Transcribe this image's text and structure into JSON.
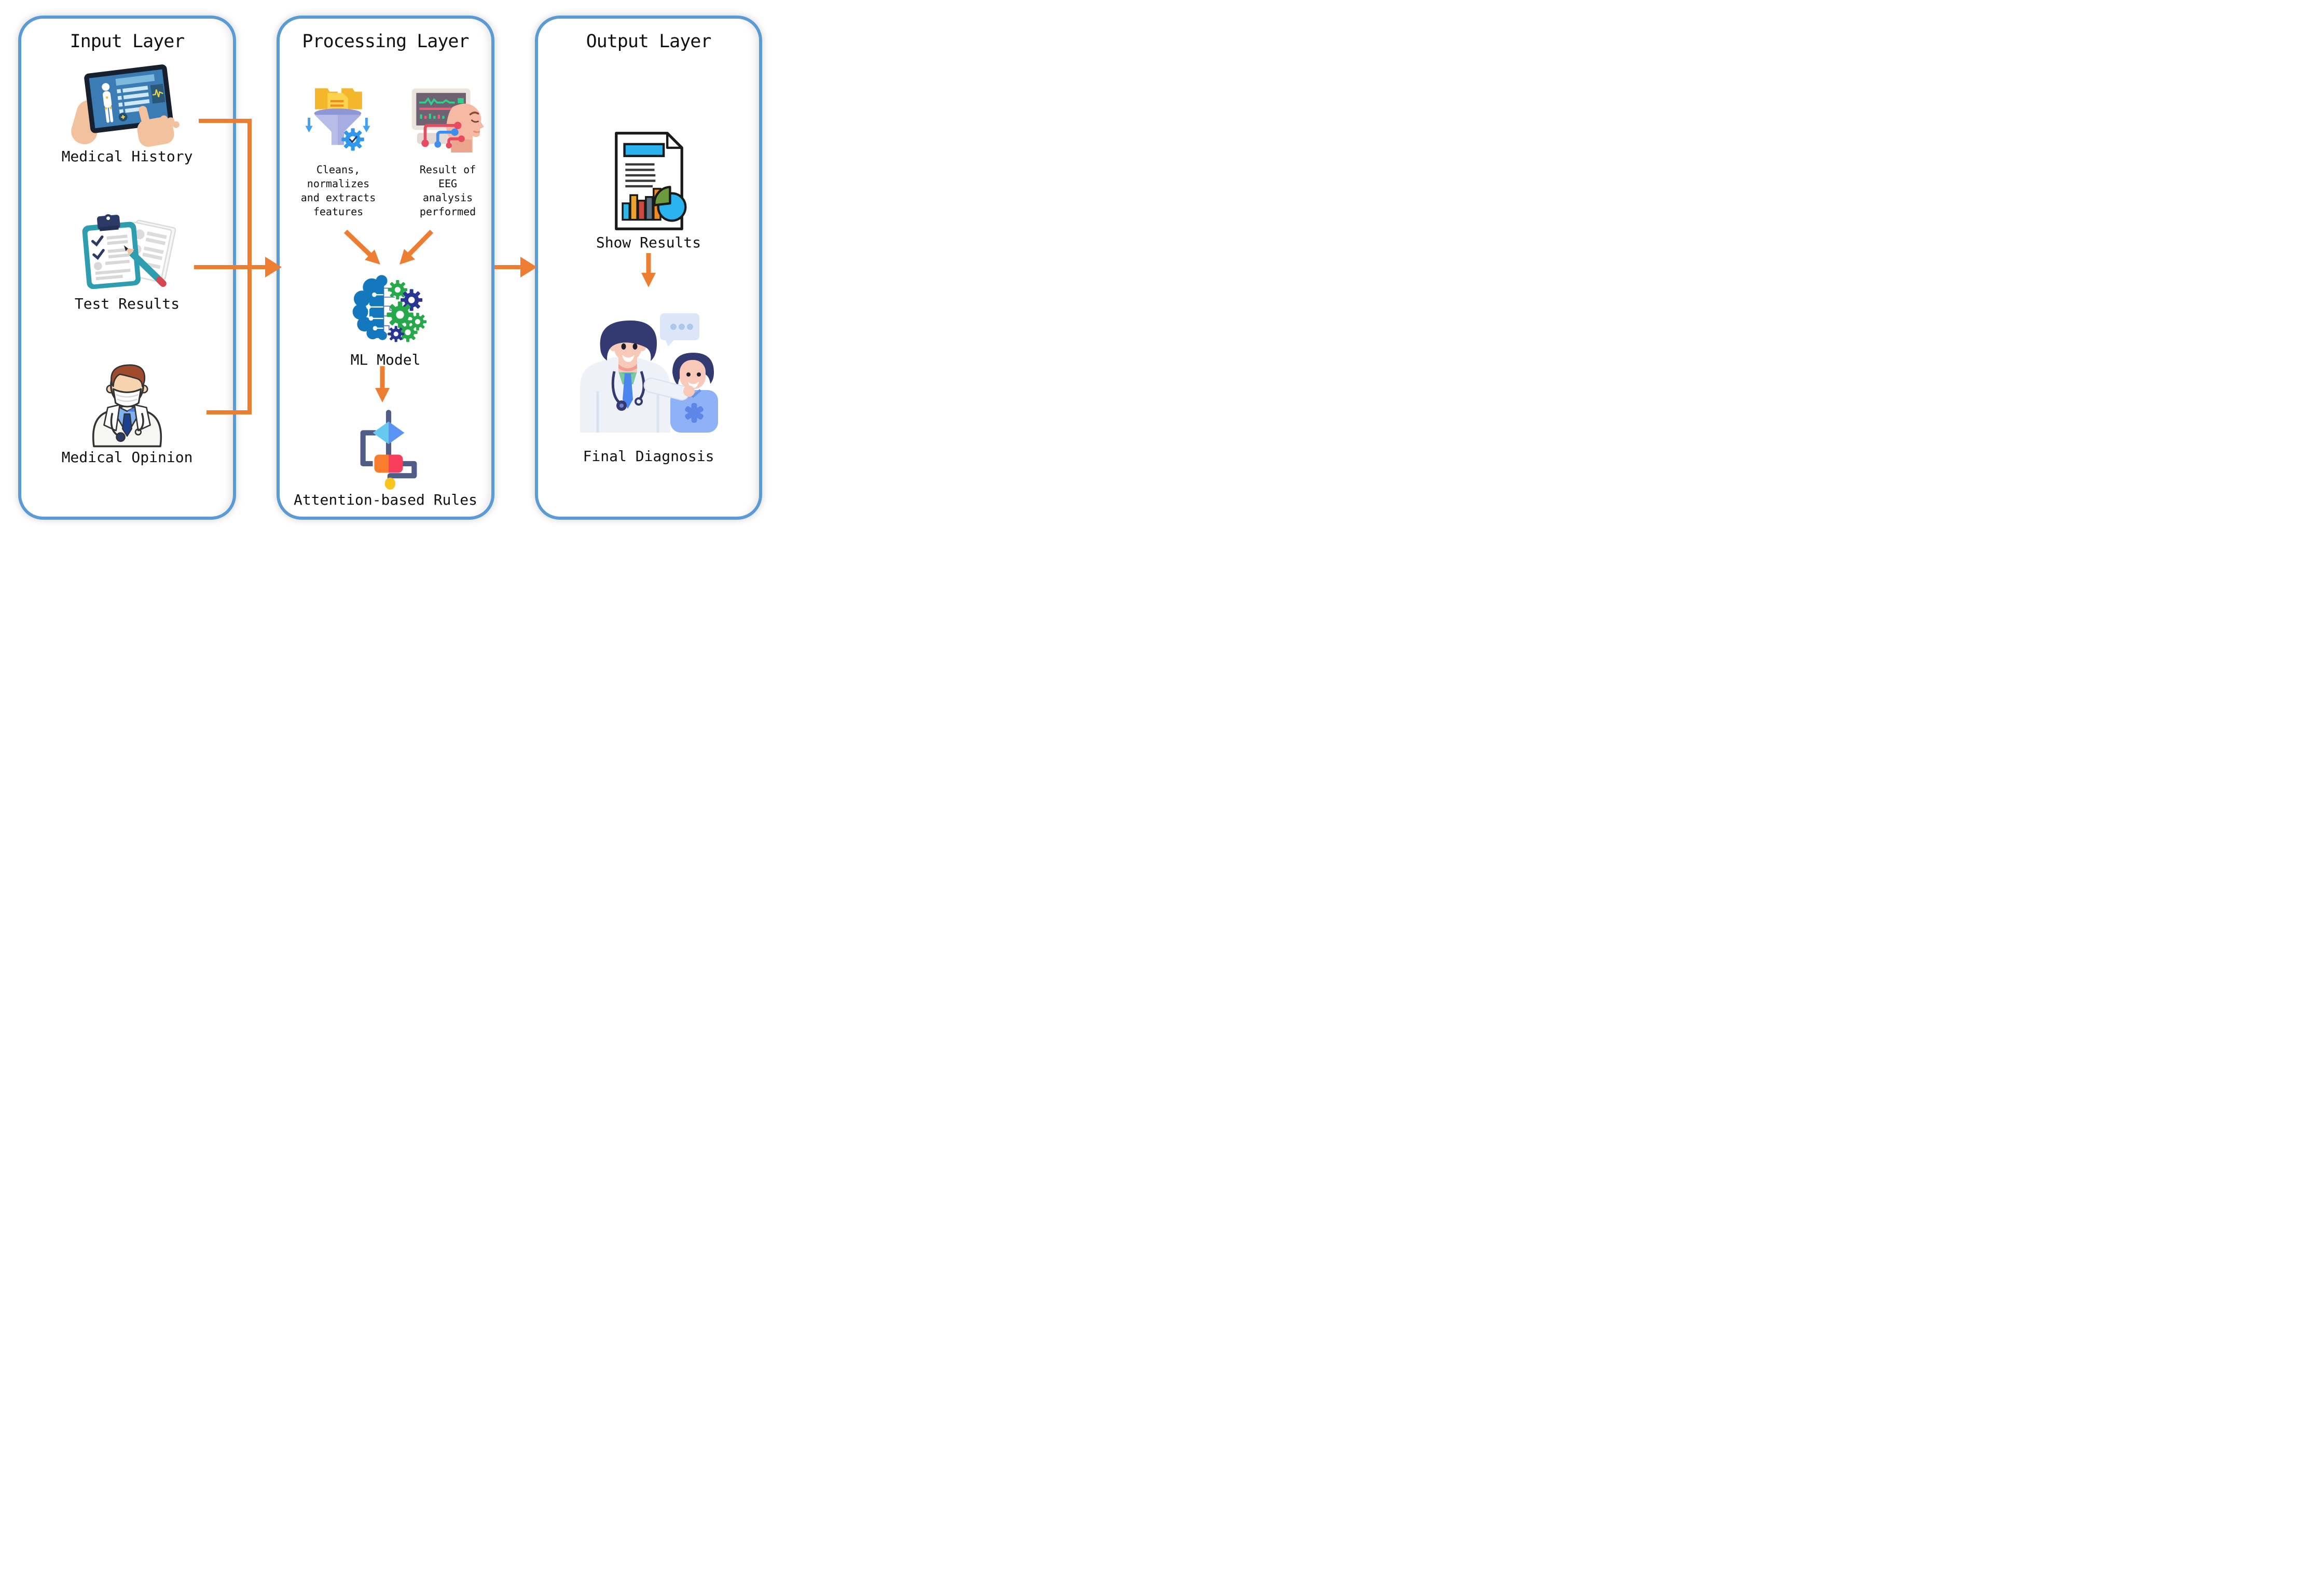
{
  "colors": {
    "panel_border": "#5b9bd5",
    "arrow_orange": "#ed7d31",
    "text": "#111111"
  },
  "input_layer": {
    "title": "Input Layer",
    "items": [
      {
        "label": "Medical History",
        "icon": "tablet-medical-record-icon"
      },
      {
        "label": "Test Results",
        "icon": "clipboard-checklist-icon"
      },
      {
        "label": "Medical Opinion",
        "icon": "doctor-mask-icon"
      }
    ]
  },
  "processing_layer": {
    "title": "Processing Layer",
    "preprocessing_caption": "Cleans,\nnormalizes\nand extracts\nfeatures",
    "eeg_caption": "Result of\nEEG\nanalysis\nperformed",
    "model_label": "ML Model",
    "rules_label": "Attention-based Rules",
    "icons": [
      "funnel-filter-icon",
      "eeg-monitor-head-icon",
      "brain-gears-icon",
      "flowchart-rules-icon"
    ]
  },
  "output_layer": {
    "title": "Output Layer",
    "results_label": "Show Results",
    "diagnosis_label": "Final Diagnosis",
    "icons": [
      "report-chart-icon",
      "doctor-patient-icon"
    ]
  }
}
